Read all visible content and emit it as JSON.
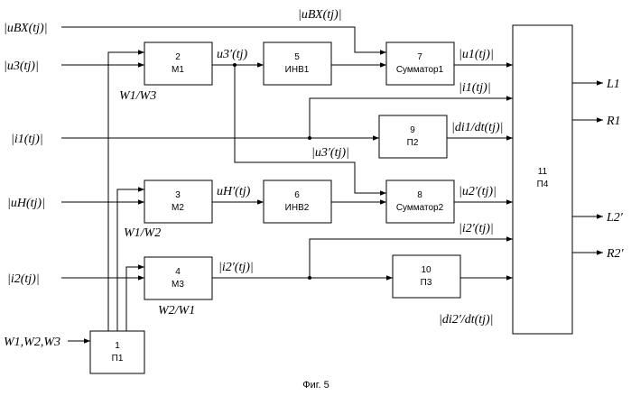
{
  "blocks": {
    "b1": {
      "num": "1",
      "name": "П1"
    },
    "b2": {
      "num": "2",
      "name": "М1"
    },
    "b3": {
      "num": "3",
      "name": "М2"
    },
    "b4": {
      "num": "4",
      "name": "М3"
    },
    "b5": {
      "num": "5",
      "name": "ИНВ1"
    },
    "b6": {
      "num": "6",
      "name": "ИНВ2"
    },
    "b7": {
      "num": "7",
      "name": "Сумматор1"
    },
    "b8": {
      "num": "8",
      "name": "Сумматор2"
    },
    "b9": {
      "num": "9",
      "name": "П2"
    },
    "b10": {
      "num": "10",
      "name": "П3"
    },
    "b11": {
      "num": "11",
      "name": "П4"
    }
  },
  "inputs": {
    "uvx": "|uВХ(tj)|",
    "u3": "|u3(tj)|",
    "i1": "|i1(tj)|",
    "un": "|uН(tj)|",
    "i2": "|i2(tj)|",
    "w": "W1,W2,W3"
  },
  "signals": {
    "uvx_top": "|uВХ(tj)|",
    "u3p": "u3′(tj)",
    "u1": "|u1(tj)|",
    "i1": "|i1(tj)|",
    "di1": "|di1/dt(tj)|",
    "u3p2": "|u3′(tj)|",
    "unp": "uН′(tj)",
    "u2p": "|u2′(tj)|",
    "i2p": "|i2′(tj)|",
    "i2p_m3": "|i2′(tj)|",
    "di2": "|di2′/dt(tj)|",
    "r13": "W1/W3",
    "r12": "W1/W2",
    "r21": "W2/W1"
  },
  "outputs": {
    "L1": "L1",
    "R1": "R1",
    "L2": "L2′",
    "R2": "R2′"
  },
  "caption": "Фиг. 5"
}
